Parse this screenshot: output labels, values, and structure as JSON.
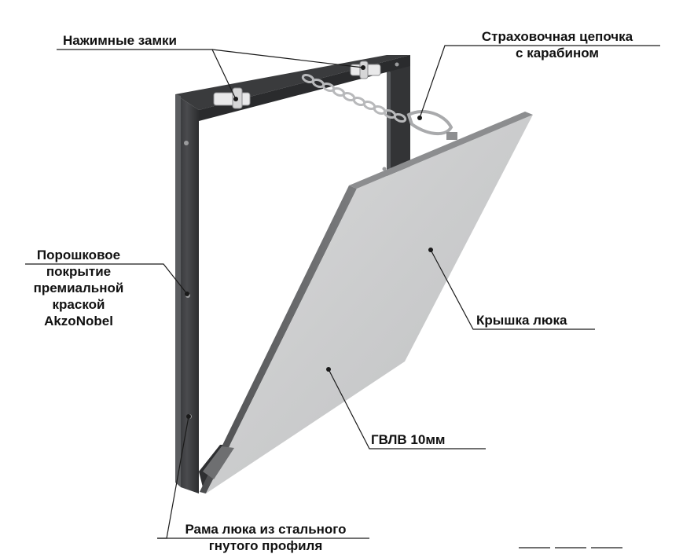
{
  "labels": {
    "locks": "Нажимные замки",
    "chain_line1": "Страховочная цепочка",
    "chain_line2": "с карабином",
    "coating_line1": "Порошковое",
    "coating_line2": "покрытие",
    "coating_line3": "премиальной",
    "coating_line4": "краской",
    "coating_line5": "AkzoNobel",
    "cover": "Крышка люка",
    "material": "ГВЛВ 10мм",
    "frame_line1": "Рама люка из стального",
    "frame_line2": "гнутого профиля"
  },
  "colors": {
    "frame": "#3e3f41",
    "frame_edge": "#6a6c6f",
    "panel": "#cfd0d1",
    "panel_edge": "#5a5b5d",
    "leader": "#1a1a1a",
    "text": "#111111"
  }
}
